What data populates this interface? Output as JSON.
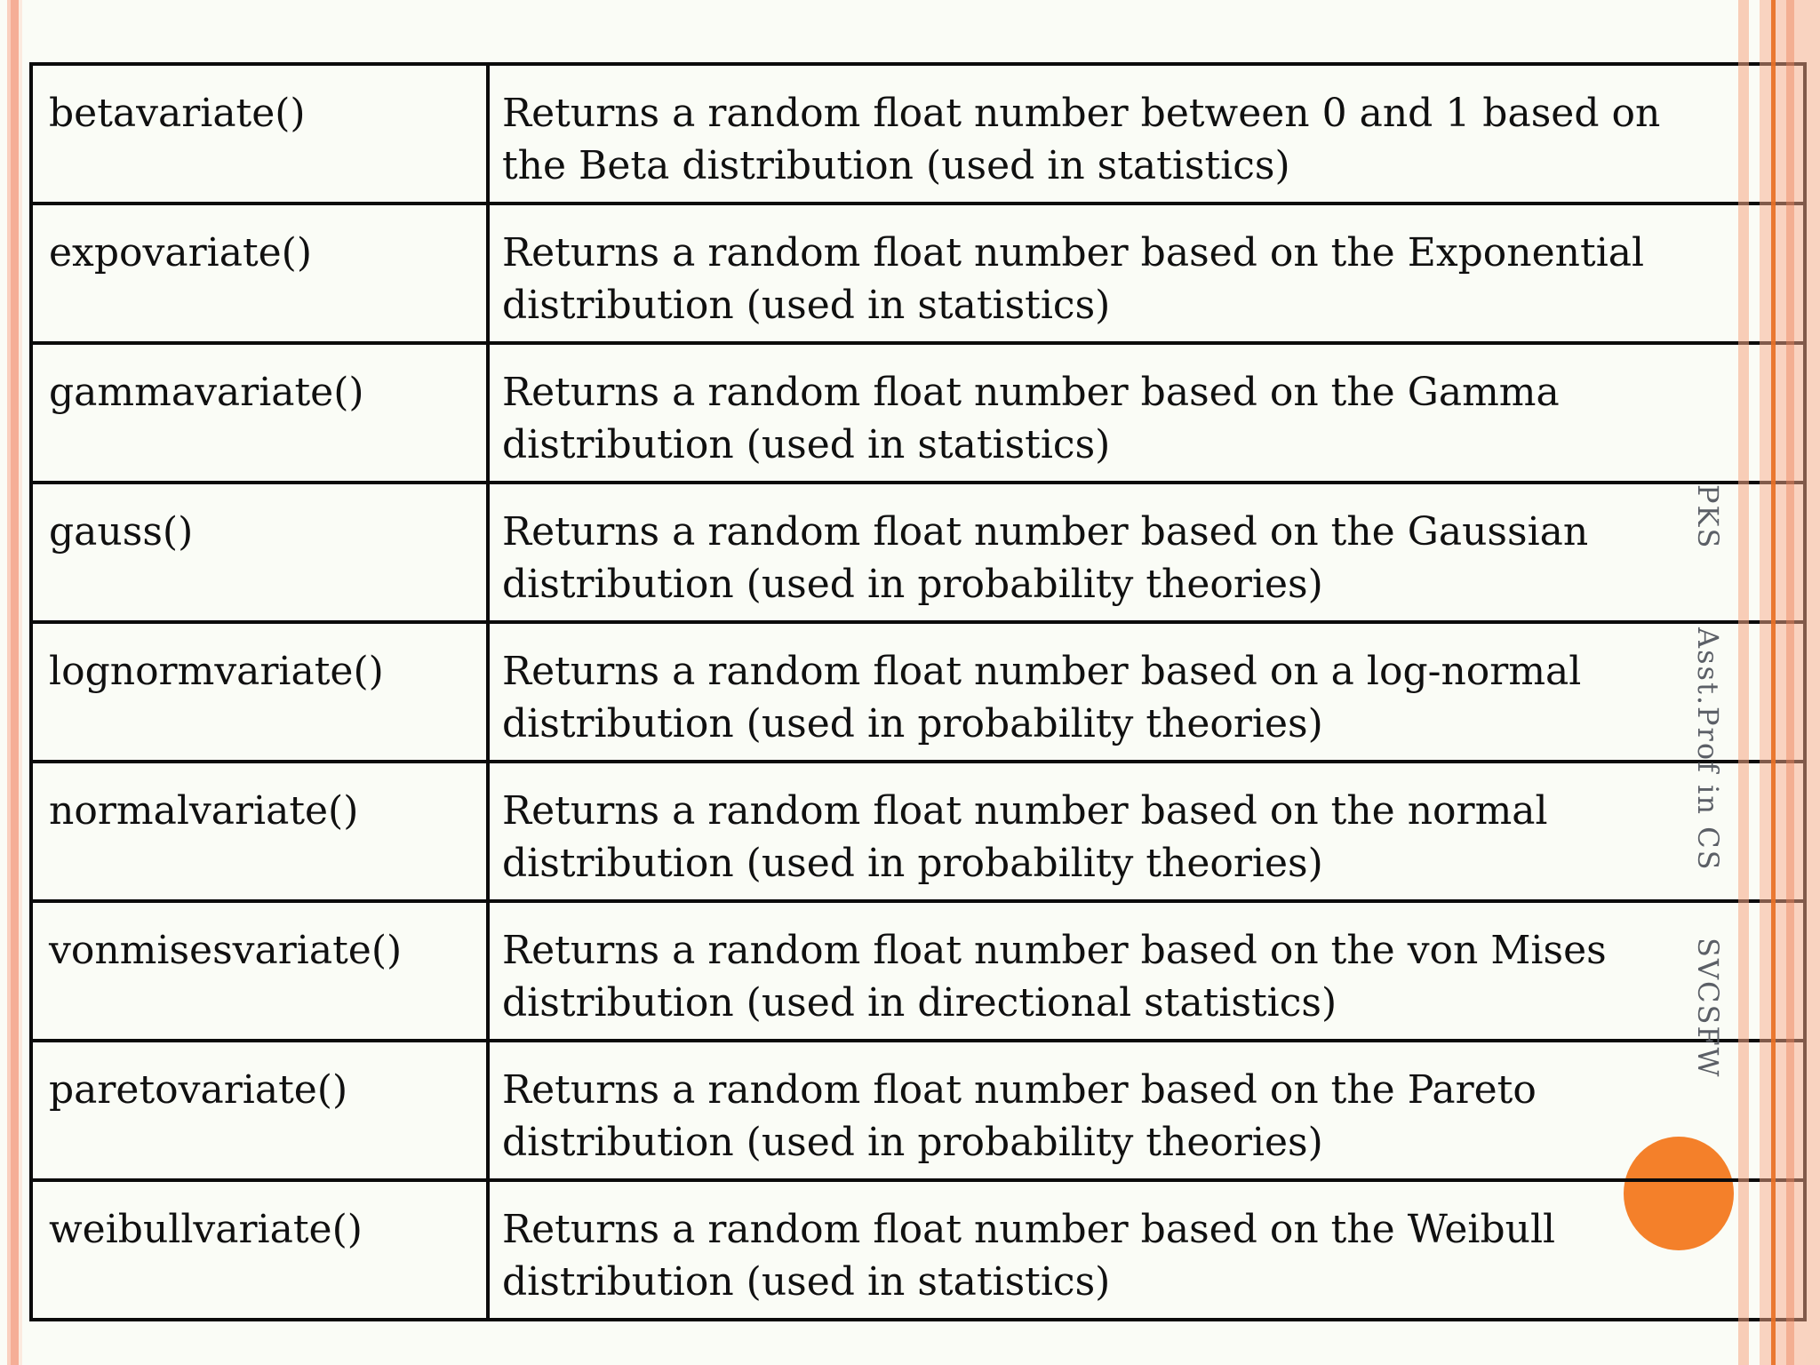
{
  "slide": {
    "background_color": "#FAFCF6",
    "table_border_color": "#0B0B0B",
    "text_color": "#101010",
    "accent_circle_color": "#F4802A",
    "stripe_pink_color": "#F5AE97",
    "stripe_orange_line_color": "#E87024"
  },
  "table": {
    "rows": [
      {
        "function": "betavariate()",
        "description_lines": [
          "Returns a random float number between 0 and 1 based on",
          "the Beta distribution (used in statistics)"
        ]
      },
      {
        "function": "expovariate()",
        "description_lines": [
          "Returns a random float number based on the Exponential",
          "distribution (used in statistics)"
        ]
      },
      {
        "function": "gammavariate()",
        "description_lines": [
          "Returns a random float number based on the Gamma",
          "distribution (used in statistics)"
        ]
      },
      {
        "function": "gauss()",
        "description_lines": [
          "Returns a random float number based on the Gaussian",
          "distribution (used in probability theories)"
        ]
      },
      {
        "function": "lognormvariate()",
        "description_lines": [
          "Returns a random float number based on a log-normal",
          "distribution (used in probability theories)"
        ]
      },
      {
        "function": "normalvariate()",
        "description_lines": [
          "Returns a random float number based on the normal",
          "distribution (used in probability theories)"
        ]
      },
      {
        "function": "vonmisesvariate()",
        "description_lines": [
          "Returns a random float number based on the von Mises",
          "distribution (used in directional statistics)"
        ]
      },
      {
        "function": "paretovariate()",
        "description_lines": [
          "Returns a random float number based on the Pareto",
          "distribution (used in probability theories)"
        ]
      },
      {
        "function": "weibullvariate()",
        "description_lines": [
          "Returns a random float number based on the Weibull",
          "distribution (used in statistics)"
        ]
      }
    ]
  },
  "watermark": {
    "segments": [
      "PKS",
      "Asst.Prof in CS",
      "SVCSFW"
    ],
    "color": "#5B5F66"
  }
}
